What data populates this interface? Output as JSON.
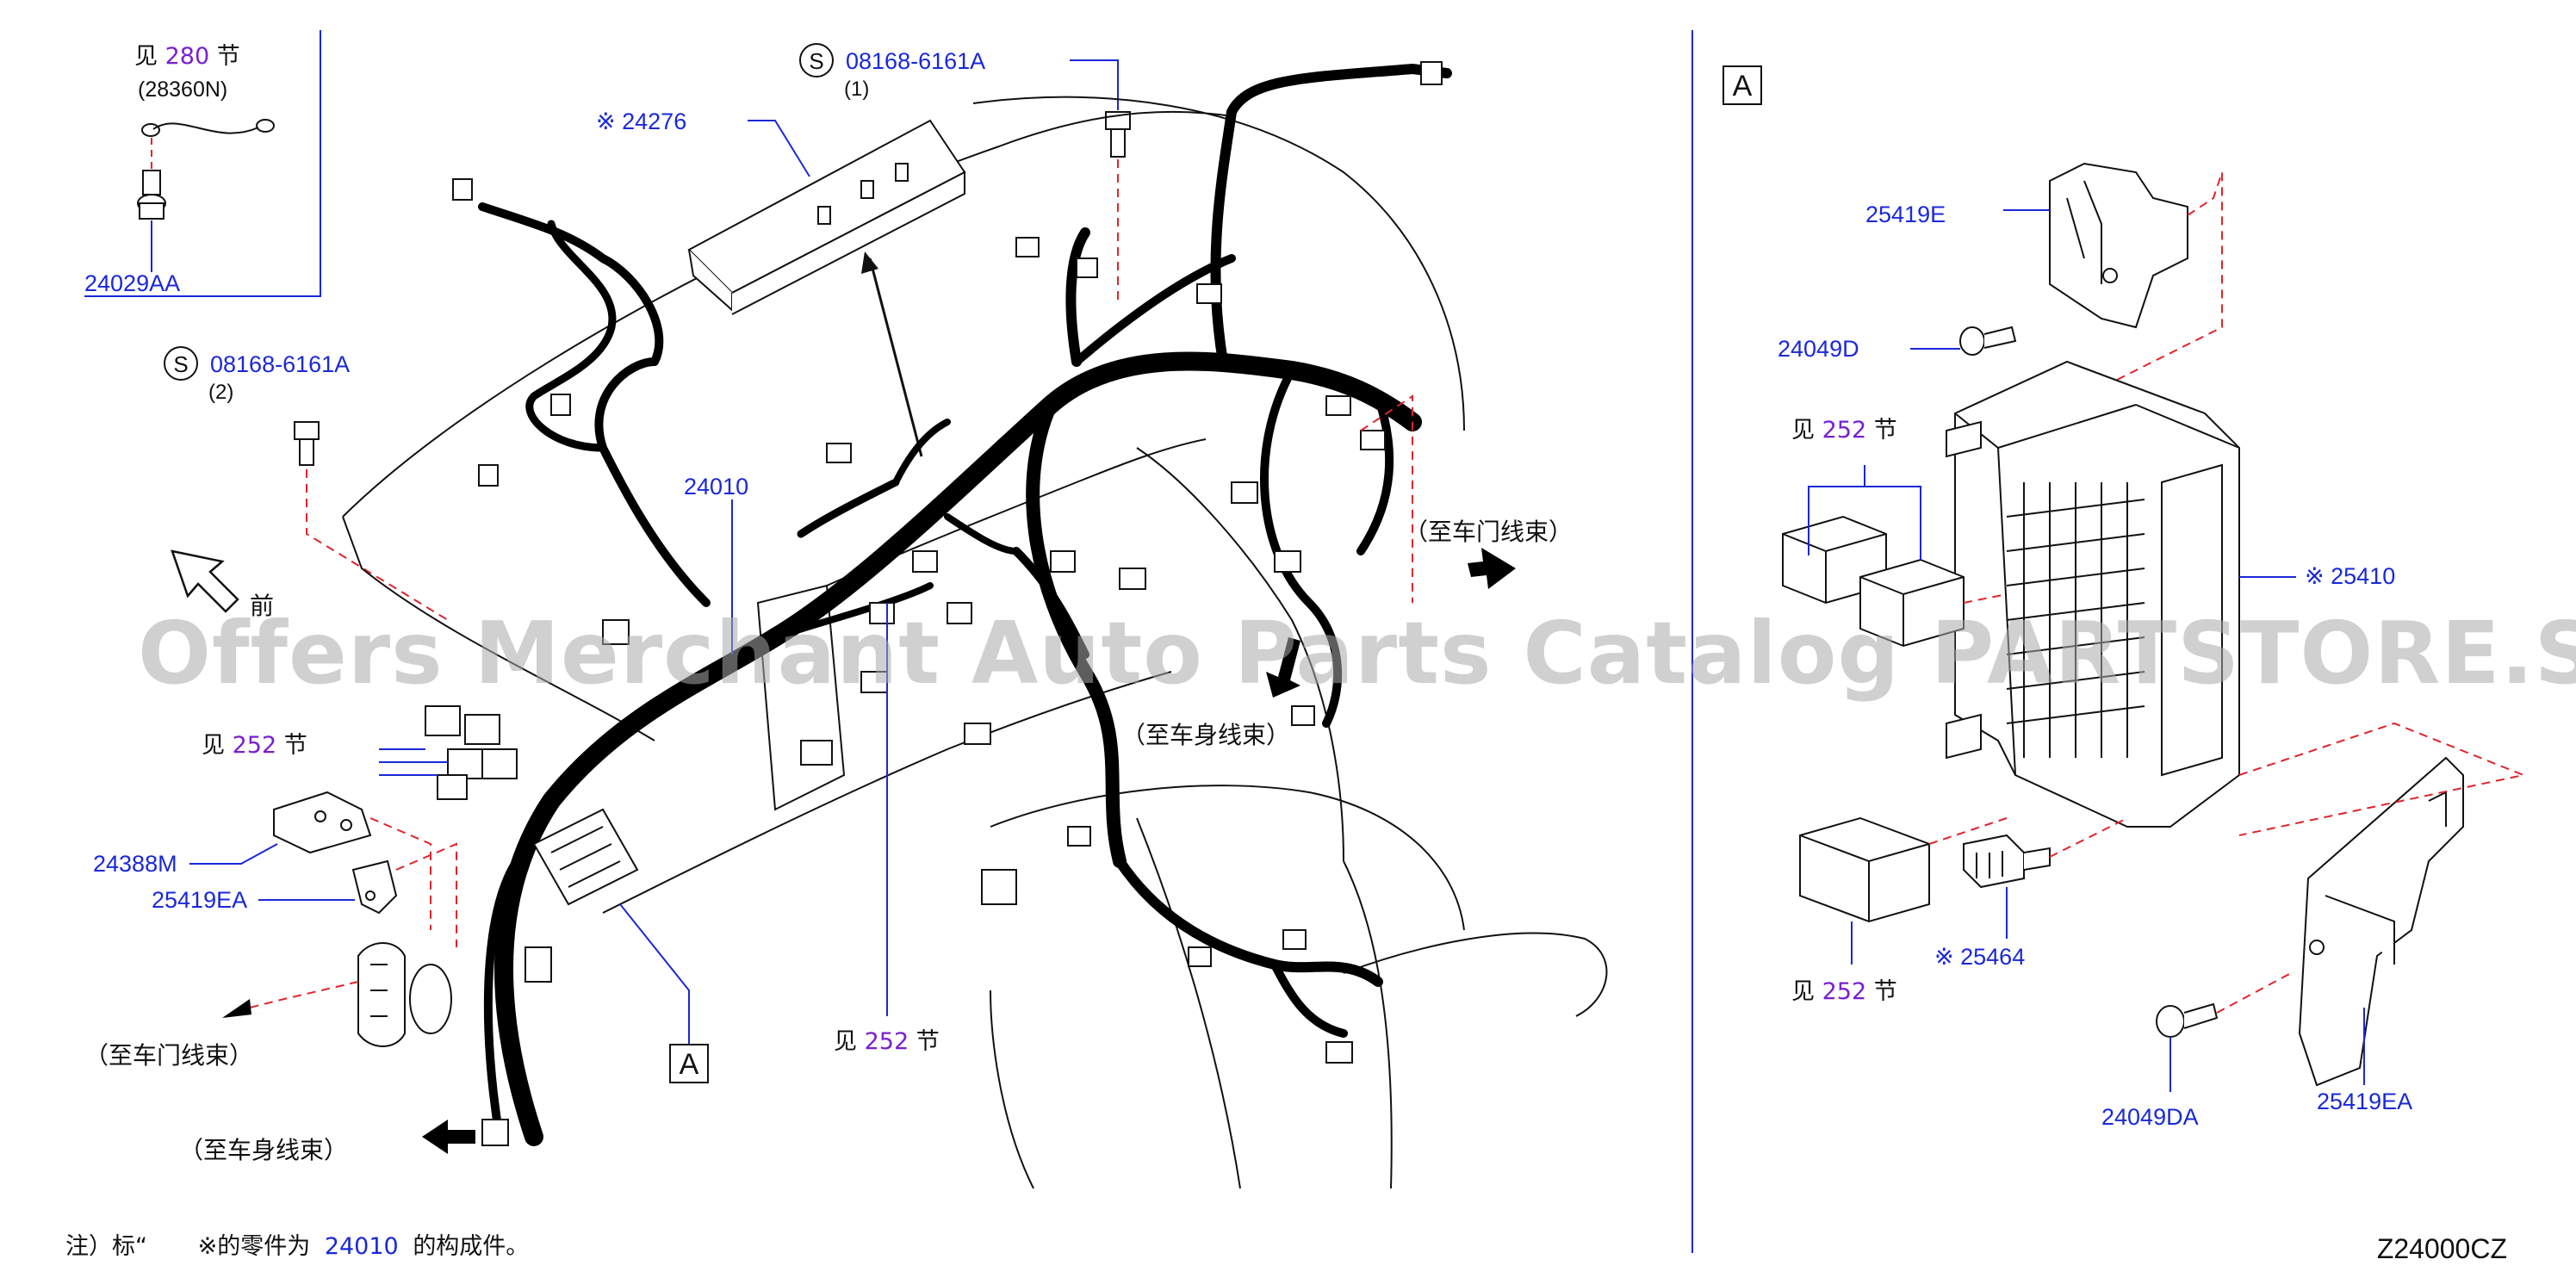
{
  "diagram": {
    "parts": {
      "p280ref_prefix": "见",
      "p280ref_num": "280",
      "p280ref_suffix": "节",
      "p28360N": "(28360N)",
      "p24029AA": "24029AA",
      "p08168_1_code": "08168-6161A",
      "p08168_1_qty": "(1)",
      "p08168_2_code": "08168-6161A",
      "p08168_2_qty": "(2)",
      "s_symbol": "S",
      "p24276": "※ 24276",
      "p24010": "24010",
      "front": "前",
      "ref252_a_prefix": "见",
      "ref252_a_num": "252",
      "ref252_a_suffix": "节",
      "p24388M": "24388M",
      "p25419EA_left": "25419EA",
      "to_door_left": "（至车门线束）",
      "to_body_left": "（至车身线束）",
      "to_door_right": "（至车门线束）",
      "to_body_mid": "（至车身线束）",
      "ref252_b_prefix": "见",
      "ref252_b_num": "252",
      "ref252_b_suffix": "节",
      "detail_A_mid": "A",
      "detail_A_right": "A",
      "p25419E": "25419E",
      "p24049D": "24049D",
      "ref252_c_prefix": "见",
      "ref252_c_num": "252",
      "ref252_c_suffix": "节",
      "p25410": "※ 25410",
      "p25464": "※ 25464",
      "ref252_d_prefix": "见",
      "ref252_d_num": "252",
      "ref252_d_suffix": "节",
      "p24049DA": "24049DA",
      "p25419EA_right": "25419EA"
    },
    "note_prefix": "注）标“",
    "note_mid": "※的零件为",
    "note_num": "24010",
    "note_suffix": "的构成件。",
    "diagram_code": "Z24000CZ",
    "watermark": "Offers Merchant Auto Parts Catalog PARTSTORE.SA",
    "colors": {
      "label_blue": "#1a28d8",
      "ref_purple": "#7a1fd0",
      "leader_red": "#e0242c",
      "harness": "#000000"
    }
  }
}
